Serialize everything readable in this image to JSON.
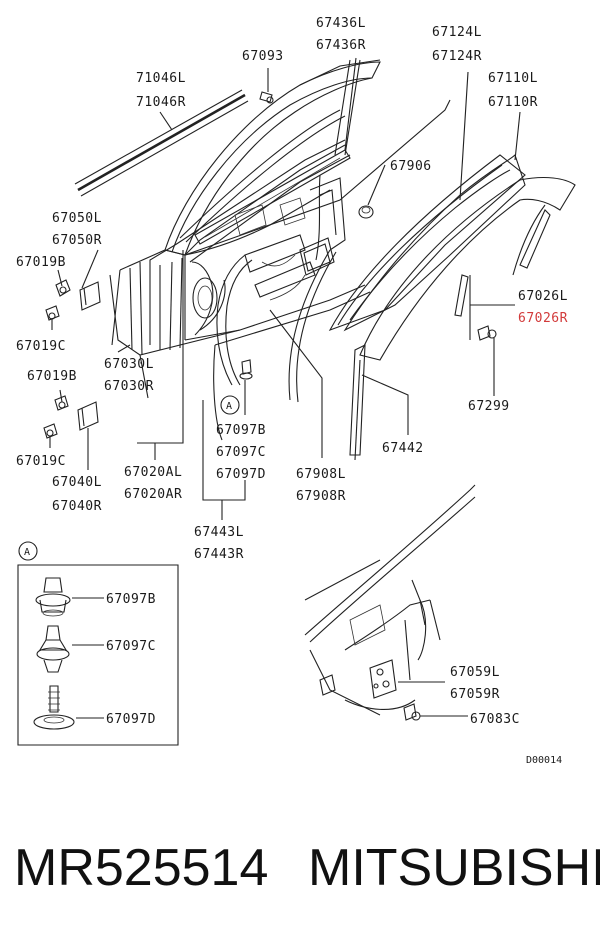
{
  "labels": {
    "p67436l": "67436L",
    "p67436r": "67436R",
    "p67093": "67093",
    "p71046l": "71046L",
    "p71046r": "71046R",
    "p67124l": "67124L",
    "p67124r": "67124R",
    "p67110l": "67110L",
    "p67110r": "67110R",
    "p67906": "67906",
    "p67050l": "67050L",
    "p67050r": "67050R",
    "p67019b_1": "67019B",
    "p67019c_1": "67019C",
    "p67019b_2": "67019B",
    "p67019c_2": "67019C",
    "p67030l": "67030L",
    "p67030r": "67030R",
    "p67040l": "67040L",
    "p67040r": "67040R",
    "p67020al": "67020AL",
    "p67020ar": "67020AR",
    "p67097b": "67097B",
    "p67097c": "67097C",
    "p67097d": "67097D",
    "p67908l": "67908L",
    "p67908r": "67908R",
    "p67442": "67442",
    "p67026l": "67026L",
    "p67026r": "67026R",
    "p67299": "67299",
    "p67443l": "67443L",
    "p67443r": "67443R",
    "circle_a_1": "A",
    "circle_a_2": "A",
    "detail_67097b": "67097B",
    "detail_67097c": "67097C",
    "detail_67097d": "67097D",
    "p67059l": "67059L",
    "p67059r": "67059R",
    "p67083c": "67083C",
    "diagram_code": "D00014"
  },
  "footer": {
    "part_number": "MR525514",
    "brand": "MITSUBISHI"
  },
  "colors": {
    "line": "#222222",
    "highlight": "#d23a3a",
    "background": "#ffffff"
  }
}
